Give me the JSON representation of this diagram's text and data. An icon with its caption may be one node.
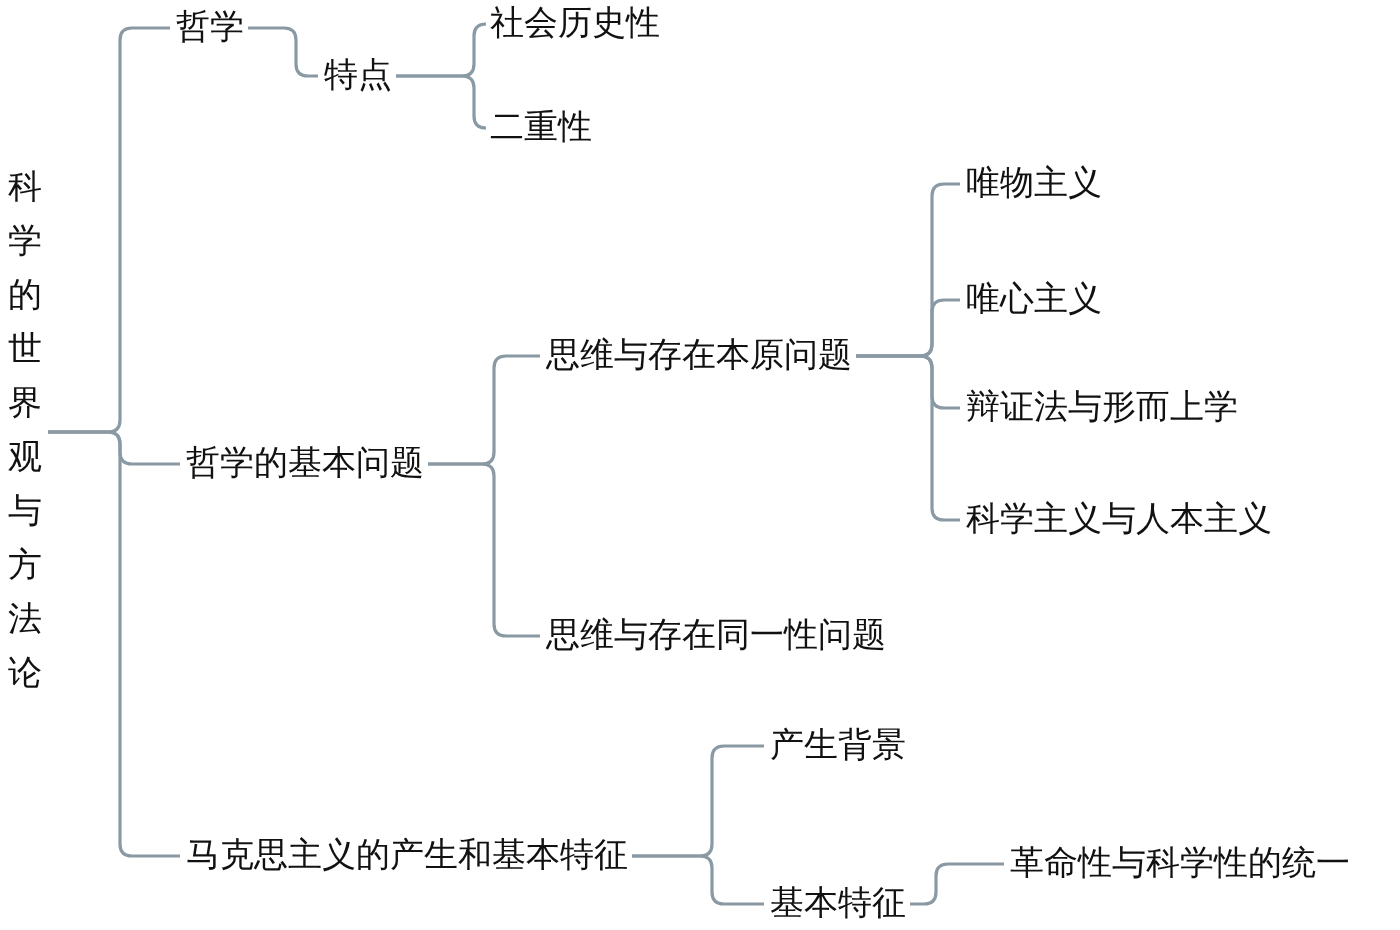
{
  "diagram": {
    "nodes": [
      {
        "text": [
          "科学的世界观与方法论"
        ]
      },
      {
        "text": [
          "哲学"
        ]
      },
      {
        "text": [
          "特点"
        ]
      },
      {
        "text": [
          "社会历史性"
        ]
      },
      {
        "text": [
          "二重性"
        ]
      },
      {
        "text": [
          "哲学的基本问题"
        ]
      },
      {
        "text": [
          "思维与存在本原问题"
        ]
      },
      {
        "text": [
          "唯物主义"
        ]
      },
      {
        "text": [
          "唯心主义"
        ]
      },
      {
        "text": [
          "辩证法与形而上学"
        ]
      },
      {
        "text": [
          "科学主义与人本主义"
        ]
      },
      {
        "text": [
          "思维与存在同一性问题"
        ]
      },
      {
        "text": [
          "马克思主义的产生和基本特征"
        ]
      },
      {
        "text": [
          "产生背景"
        ]
      },
      {
        "text": [
          "基本特征"
        ]
      },
      {
        "text": [
          "革命性与科学性的统一"
        ]
      }
    ],
    "edges": [
      {
        "from": 0,
        "to": 1,
        "arrow": "none"
      },
      {
        "from": 0,
        "to": 5,
        "arrow": "none"
      },
      {
        "from": 0,
        "to": 12,
        "arrow": "none"
      },
      {
        "from": 1,
        "to": 2,
        "arrow": "none"
      },
      {
        "from": 2,
        "to": 3,
        "arrow": "none"
      },
      {
        "from": 2,
        "to": 4,
        "arrow": "none"
      },
      {
        "from": 5,
        "to": 6,
        "arrow": "none"
      },
      {
        "from": 5,
        "to": 11,
        "arrow": "none"
      },
      {
        "from": 6,
        "to": 7,
        "arrow": "none"
      },
      {
        "from": 6,
        "to": 8,
        "arrow": "none"
      },
      {
        "from": 6,
        "to": 9,
        "arrow": "none"
      },
      {
        "from": 6,
        "to": 10,
        "arrow": "none"
      },
      {
        "from": 12,
        "to": 13,
        "arrow": "none"
      },
      {
        "from": 12,
        "to": 14,
        "arrow": "none"
      },
      {
        "from": 14,
        "to": 15,
        "arrow": "none"
      }
    ]
  }
}
